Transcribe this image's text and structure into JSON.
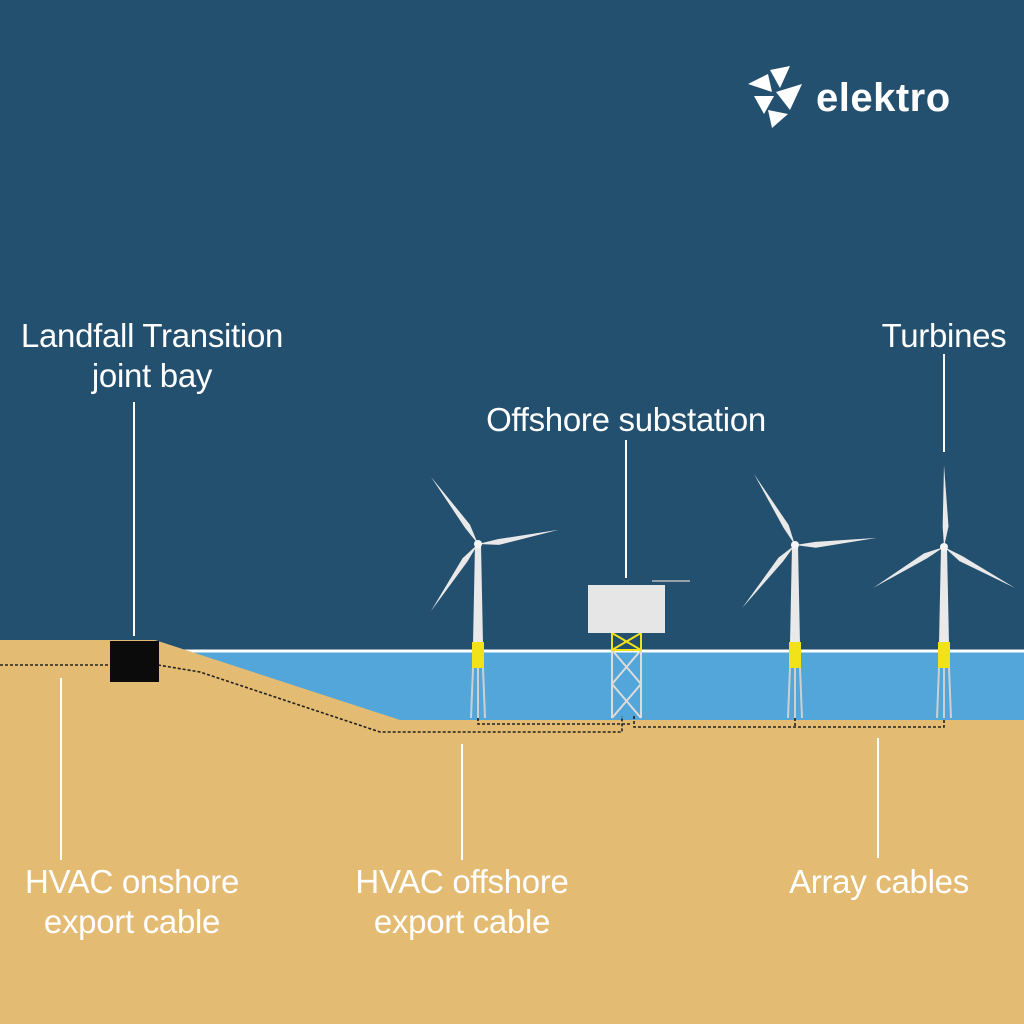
{
  "brand": {
    "name": "elektro",
    "logo_icon": "elektro-logo-icon"
  },
  "labels": {
    "landfall": {
      "line1": "Landfall Transition",
      "line2": "joint bay"
    },
    "turbines": {
      "line1": "Turbines"
    },
    "substation": {
      "line1": "Offshore substation"
    },
    "onshore_cable": {
      "line1": "HVAC onshore",
      "line2": "export cable"
    },
    "offshore_cable": {
      "line1": "HVAC offshore",
      "line2": "export cable"
    },
    "array_cables": {
      "line1": "Array cables"
    }
  },
  "colors": {
    "sky": "#24506f",
    "sea": "#52a6d9",
    "sand": "#e3bb72",
    "turbine": "#e9e9e9",
    "transition_piece": "#f2e21a",
    "joint_bay": "#0b0b0b",
    "cable": "#222222",
    "leader_line": "#ffffff"
  }
}
